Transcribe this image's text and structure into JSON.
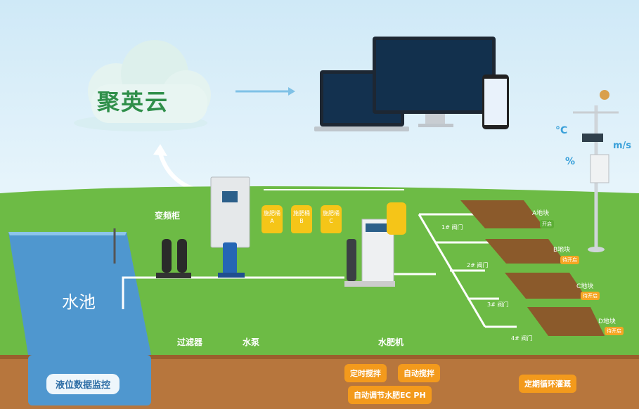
{
  "cloud": {
    "title": "聚英云"
  },
  "labels": {
    "pool": "水池",
    "inverter_cabinet": "变频柜",
    "filter": "过滤器",
    "pump": "水泵",
    "fertilizer_machine": "水肥机"
  },
  "tanks": [
    {
      "name": "施肥桶",
      "id": "A"
    },
    {
      "name": "施肥桶",
      "id": "B"
    },
    {
      "name": "施肥桶",
      "id": "C"
    }
  ],
  "valves": [
    "1# 阀门",
    "2# 阀门",
    "3# 阀门",
    "4# 阀门"
  ],
  "plots": [
    {
      "name": "A地块",
      "status": "开启"
    },
    {
      "name": "B地块",
      "status": "待开启"
    },
    {
      "name": "C地块",
      "status": "待开启"
    },
    {
      "name": "D地块",
      "status": "待开启"
    }
  ],
  "weather": {
    "temp_unit": "°C",
    "wind_unit": "m/s",
    "humidity_unit": "%"
  },
  "features": {
    "level_monitor": "液位数据监控",
    "timed_stir": "定时搅拌",
    "auto_stir": "自动搅拌",
    "auto_adjust": "自动调节水肥EC PH",
    "cycle_irrigation": "定期循环灌溉"
  },
  "colors": {
    "grass": "#6dbb45",
    "soil": "#b7763d",
    "water": "#4f97cf",
    "tag": "#f39a1c",
    "cloud_text": "#2f8f4a"
  }
}
